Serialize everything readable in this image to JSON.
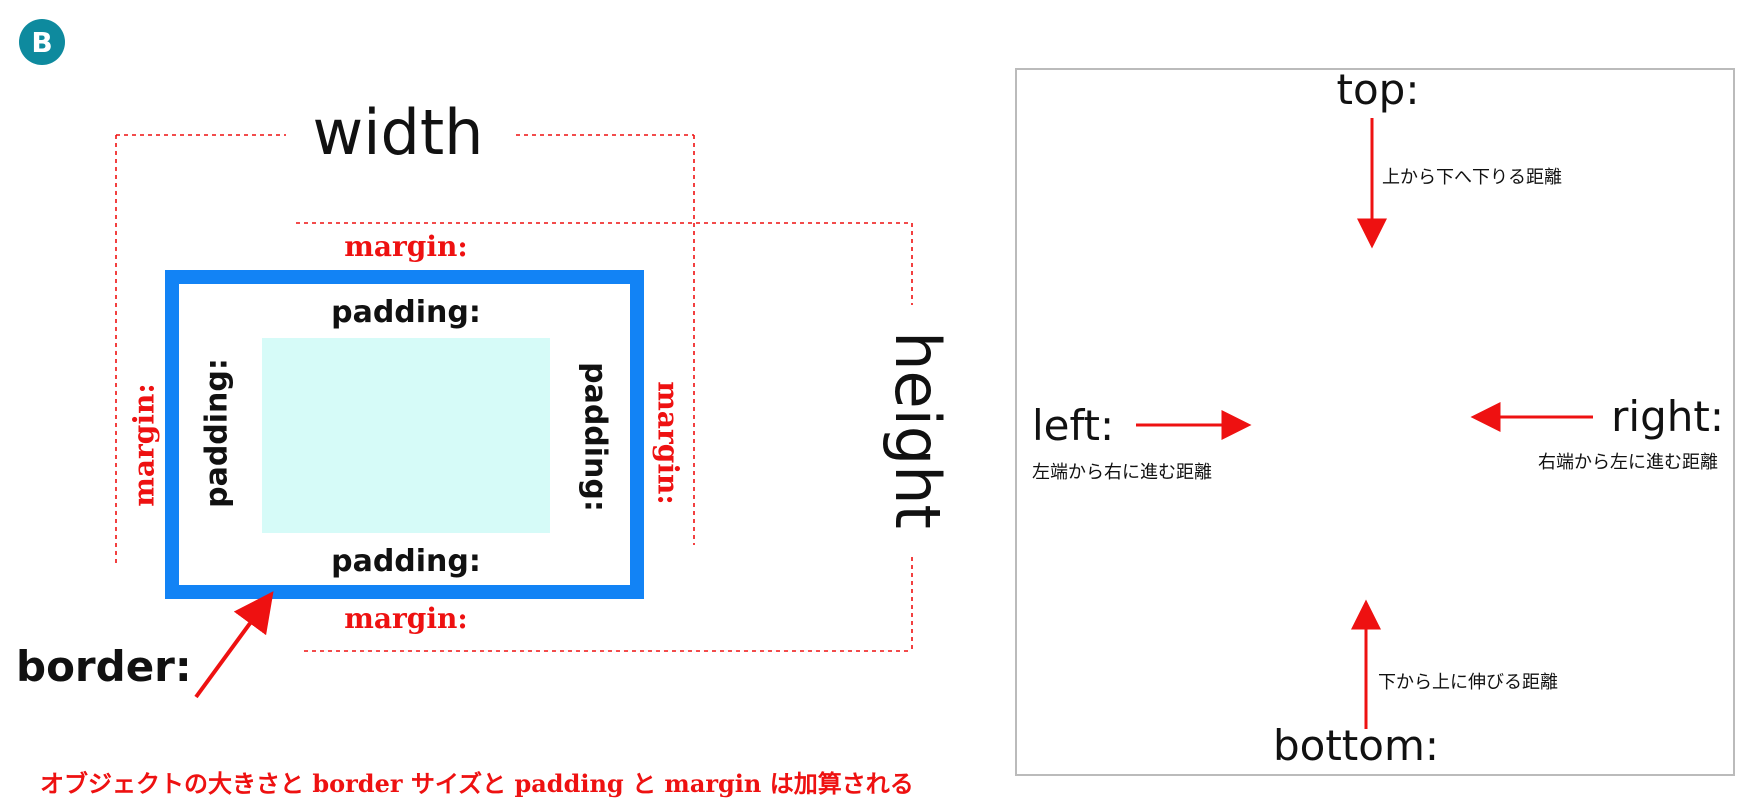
{
  "badge": {
    "label": "B",
    "color": "#0e8a9e"
  },
  "box_model": {
    "width_label": "width",
    "height_label": "height",
    "margin_labels": {
      "top": "margin:",
      "bottom": "margin:",
      "left": "margin:",
      "right": "margin:"
    },
    "padding_labels": {
      "top": "padding:",
      "bottom": "padding:",
      "left": "padding:",
      "right": "padding:"
    },
    "border_label": "border:",
    "footnote": "オブジェクトの大きさと border サイズと padding と margin は加算される",
    "colors": {
      "border": "#1283f5",
      "content": "#d6fbf8",
      "margin": "#ee1111",
      "dashed": "#ee1111",
      "arrow": "#ee1111",
      "text": "#111111"
    }
  },
  "position_panel": {
    "top": {
      "label": "top:",
      "desc": "上から下へ下りる距離"
    },
    "left": {
      "label": "left:",
      "desc": "左端から右に進む距離"
    },
    "right": {
      "label": "right:",
      "desc": "右端から左に進む距離"
    },
    "bottom": {
      "label": "bottom:",
      "desc": "下から上に伸びる距離"
    },
    "colors": {
      "frame": "#bbbbbb",
      "arrow": "#ee1111"
    }
  }
}
